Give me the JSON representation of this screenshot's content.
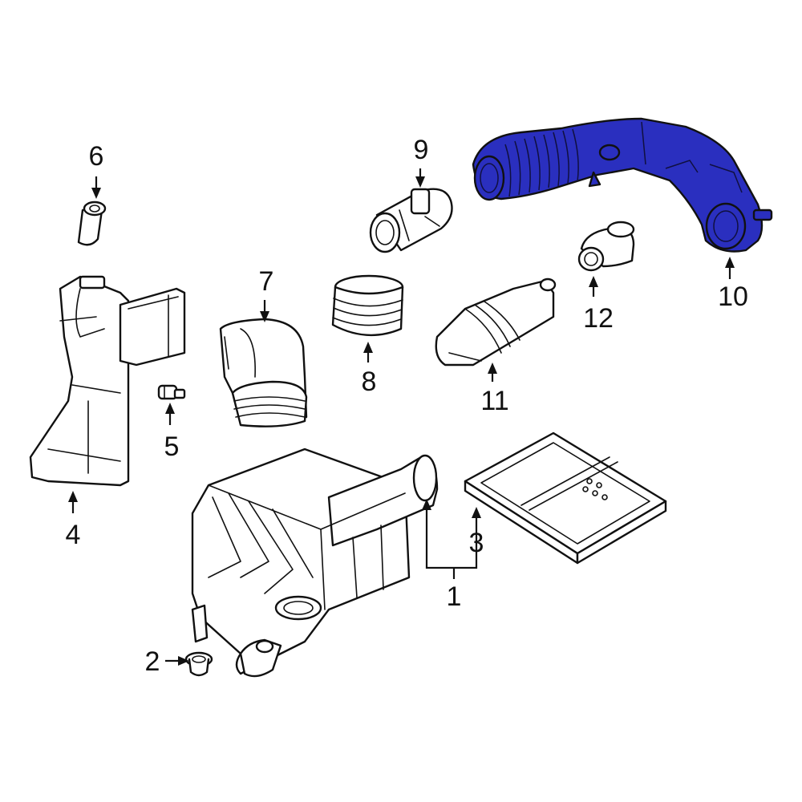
{
  "callouts": {
    "c1": "1",
    "c2": "2",
    "c3": "3",
    "c4": "4",
    "c5": "5",
    "c6": "6",
    "c7": "7",
    "c8": "8",
    "c9": "9",
    "c10": "10",
    "c11": "11",
    "c12": "12"
  },
  "highlighted_part": "10",
  "colors": {
    "highlight": "#2a2fbf",
    "line": "#111111",
    "background": "#ffffff"
  }
}
